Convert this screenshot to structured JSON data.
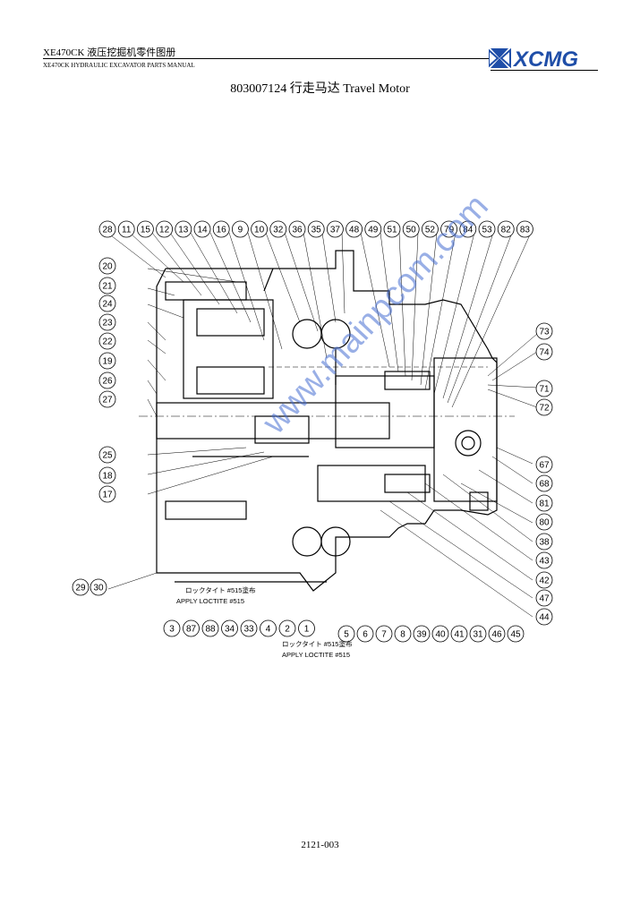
{
  "header": {
    "title": "XE470CK 液压挖掘机零件图册",
    "subtitle": "XE470CK HYDRAULIC EXCAVATOR PARTS MANUAL",
    "logo_text": "XCMG",
    "logo_color": "#1f4ea8"
  },
  "document_title": "803007124 行走马达 Travel Motor",
  "part_numbers": {
    "top": [
      "28",
      "11",
      "15",
      "12",
      "13",
      "14",
      "16",
      "9",
      "10",
      "32",
      "36",
      "35",
      "37",
      "48",
      "49",
      "51",
      "50",
      "52",
      "79",
      "84",
      "53",
      "82",
      "83"
    ],
    "left": [
      "20",
      "21",
      "24",
      "23",
      "22",
      "19",
      "26",
      "27",
      "25",
      "18",
      "17",
      "29",
      "30"
    ],
    "right": [
      "73",
      "74",
      "71",
      "72",
      "67",
      "68",
      "81",
      "80",
      "38",
      "43",
      "42",
      "47",
      "44"
    ],
    "bottom_row1": [
      "3",
      "87",
      "88",
      "34",
      "33",
      "4",
      "2",
      "1"
    ],
    "bottom_row2": [
      "5",
      "6",
      "7",
      "8",
      "39",
      "40",
      "41",
      "31",
      "46",
      "45"
    ]
  },
  "notes": {
    "loctite_jp_1": "ロックタイト #515塗布",
    "loctite_en_1": "APPLY LOCTITE #515",
    "loctite_jp_2": "ロックタイト #515塗布",
    "loctite_en_2": "APPLY LOCTITE #515"
  },
  "watermark": "www.mainpcom.com",
  "page_number": "2121-003"
}
